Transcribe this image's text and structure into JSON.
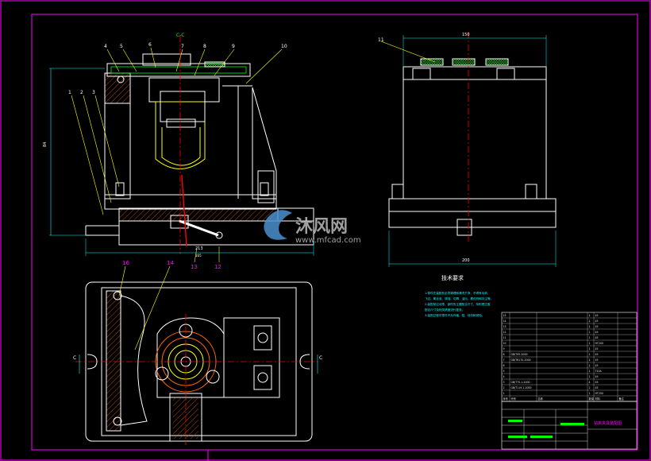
{
  "section_label": "C-C",
  "section_label_2": "C",
  "section_label_2b": "C",
  "balloons_top": [
    "4",
    "5",
    "6",
    "7",
    "8",
    "9",
    "10"
  ],
  "balloons_left": [
    "1",
    "2",
    "3"
  ],
  "balloons_bottom_row": [
    "13",
    "12"
  ],
  "balloons_bottom_view": [
    "16",
    "14"
  ],
  "balloon_right": "11",
  "dims": {
    "top_width": "150",
    "bottom_width": "200",
    "side_height": "84",
    "front_width": "213",
    "front_width_sub": "165",
    "c1": "C",
    "c2": "C"
  },
  "tech_title": "技术要求",
  "tech_lines": [
    "1.零件在装配前必须清理和清洗干净，不得有毛刺、",
    "飞边、氧化皮、锈蚀、切屑、油污、着色剂和灰尘等。",
    "2.装配前应对零、部件的主要配合尺寸，特别是过盈",
    "配合尺寸及相关精度进行复查。",
    "3.装配过程中零件不允许磕、碰、划伤和锈蚀。"
  ],
  "watermark": {
    "brand_cn": "沐风网",
    "brand_url": "www.mfcad.com"
  },
  "bom_rows": [
    [
      "15",
      "",
      "",
      "1",
      "45",
      ""
    ],
    [
      "14",
      "",
      "",
      "1",
      "45",
      ""
    ],
    [
      "13",
      "",
      "",
      "1",
      "45",
      ""
    ],
    [
      "12",
      "",
      "",
      "1",
      "45",
      ""
    ],
    [
      "11",
      "",
      "",
      "1",
      "45",
      ""
    ],
    [
      "10",
      "",
      "",
      "1",
      "HT200",
      ""
    ],
    [
      "9",
      "",
      "",
      "1",
      "45",
      ""
    ],
    [
      "8",
      "GB/T95-2000",
      "",
      "1",
      "45",
      ""
    ],
    [
      "7",
      "GB/T6170-2000",
      "",
      "1",
      "45",
      ""
    ],
    [
      "6",
      "",
      "",
      "1",
      "45",
      ""
    ],
    [
      "5",
      "",
      "",
      "1",
      "T10A",
      ""
    ],
    [
      "4",
      "",
      "",
      "1",
      "45",
      ""
    ],
    [
      "3",
      "GB/T70.1-2000",
      "",
      "4",
      "45",
      ""
    ],
    [
      "2",
      "GB/T119.1-2000",
      "",
      "2",
      "45",
      ""
    ],
    [
      "1",
      "",
      "",
      "1",
      "HT200",
      ""
    ]
  ],
  "bom_header": [
    "序号",
    "代号",
    "名称",
    "数量",
    "材料",
    "备注"
  ],
  "title_block_name": "钻床夹具装配图",
  "colors": {
    "frame": "#ff00ff",
    "geometry": "#ffffff",
    "hidden": "#ffff00",
    "center": "#ff0000",
    "dims": "#00ffff",
    "hatch": "#ff6600",
    "green": "#00ff00"
  }
}
